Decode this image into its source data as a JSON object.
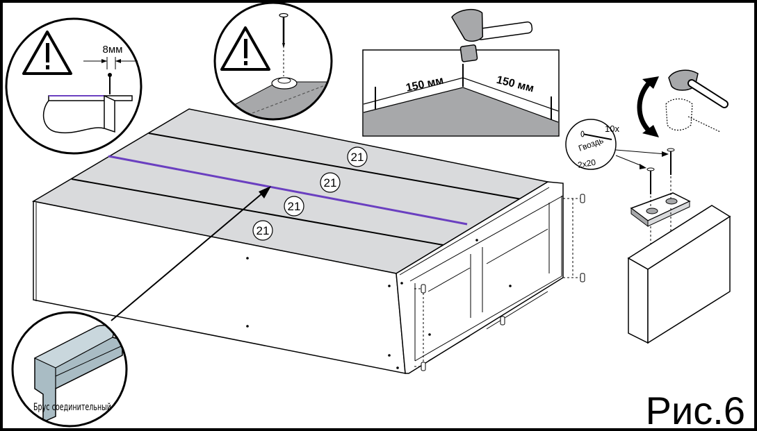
{
  "labels": {
    "gap_dimension": "8мм",
    "spacing_left": "150 мм",
    "spacing_right": "150 мм",
    "nail_quantity": "10х",
    "nail_name": "Гвоздь",
    "nail_size": "2х20",
    "part_number_1": "21",
    "part_number_2": "21",
    "part_number_3": "21",
    "part_number_4": "21",
    "connector_caption": "Брус соединительный",
    "figure_label": "Рис.6"
  },
  "colors": {
    "panel_fill": "#d9dadc",
    "floor_fill": "#a7a8aa",
    "connector_fill": "#a9bcc4",
    "joint_line": "#6a3fc0",
    "ink": "#000000"
  },
  "icons": [
    "warning-icon",
    "warning-icon",
    "hammer-icon",
    "hammer-icon",
    "nail-icon",
    "curved-arrow-icon"
  ]
}
